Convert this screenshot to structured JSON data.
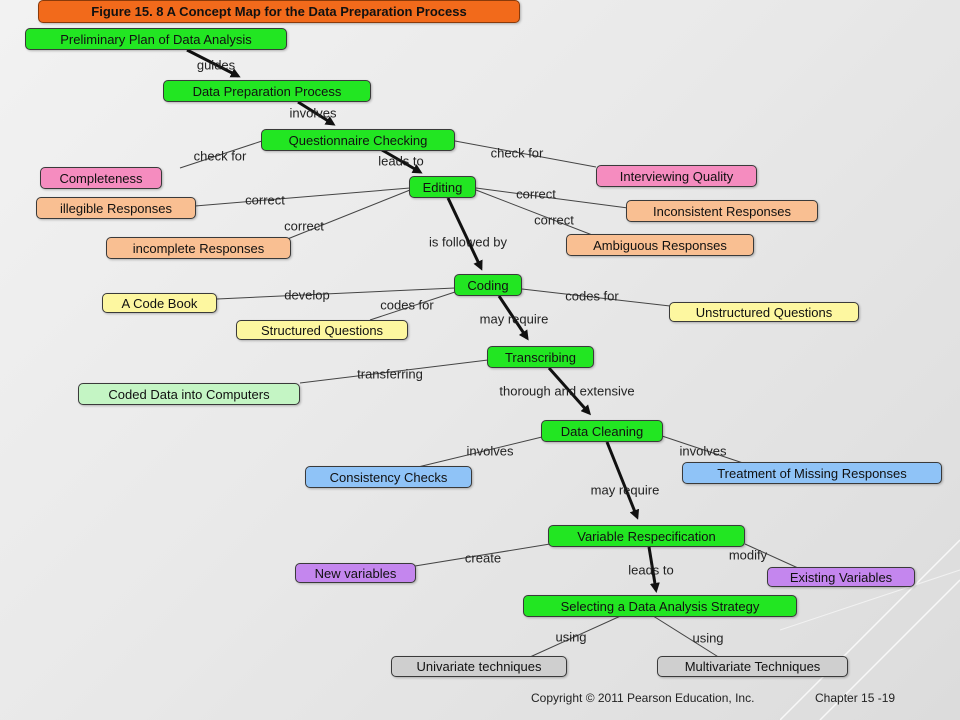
{
  "title": "Figure 15. 8  A Concept Map for the  Data Preparation Process",
  "colors": {
    "title": "#f26a1b",
    "main": "#22e622",
    "pink": "#f58cbf",
    "peach": "#f9bf92",
    "yellow": "#fdf7a0",
    "lightgreen": "#c4f5c4",
    "blue": "#8fc3f7",
    "purple": "#c486ee",
    "gray": "#cfcfcf"
  },
  "nodes": {
    "plan": "Preliminary Plan of Data Analysis",
    "prep": "Data Preparation Process",
    "qcheck": "Questionnaire Checking",
    "complete": "Completeness",
    "interview": "Interviewing Quality",
    "editing": "Editing",
    "illegible": "illegible Responses",
    "incomplete": "incomplete Responses",
    "inconsistent": "Inconsistent Responses",
    "ambiguous": "Ambiguous Responses",
    "coding": "Coding",
    "codebook": "A Code Book",
    "structured": "Structured Questions",
    "unstructured": "Unstructured Questions",
    "transcribing": "Transcribing",
    "coded": "Coded Data into Computers",
    "cleaning": "Data Cleaning",
    "consistency": "Consistency Checks",
    "missing": "Treatment of Missing Responses",
    "respec": "Variable Respecification",
    "newvars": "New variables",
    "existing": "Existing Variables",
    "strategy": "Selecting a Data Analysis Strategy",
    "univariate": "Univariate techniques",
    "multivariate": "Multivariate Techniques"
  },
  "links": {
    "guides": "guides",
    "involves1": "involves",
    "checkfor1": "check for",
    "checkfor2": "check for",
    "leadsto1": "leads to",
    "correct1": "correct",
    "correct2": "correct",
    "correct3": "correct",
    "correct4": "correct",
    "followed": "is followed by",
    "develop": "develop",
    "codesfor1": "codes for",
    "codesfor2": "codes for",
    "mayrequire1": "may  require",
    "transferring": "transferring",
    "thorough": "thorough and extensive",
    "involves2": "involves",
    "involves3": "involves",
    "mayrequire2": "may require",
    "create": "create",
    "modify": "modify",
    "leadsto2": "leads to",
    "using1": "using",
    "using2": "using"
  },
  "footer": {
    "copyright": "Copyright © 2011 Pearson Education, Inc.",
    "chapter": "Chapter  15 -19"
  }
}
